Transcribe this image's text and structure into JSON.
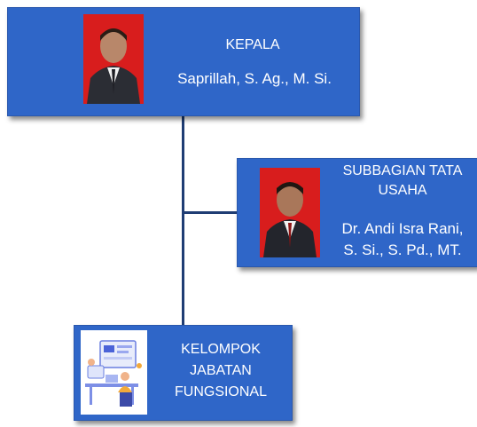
{
  "nodes": {
    "head": {
      "title": "KEPALA",
      "name": "Saprillah, S. Ag., M. Si."
    },
    "admin": {
      "title_line1": "SUBBAGIAN TATA",
      "title_line2": "USAHA",
      "name_line1": "Dr. Andi Isra Rani,",
      "name_line2": "S. Si., S. Pd., MT."
    },
    "functional": {
      "line1": "KELOMPOK",
      "line2": "JABATAN",
      "line3": "FUNGSIONAL"
    }
  },
  "colors": {
    "box_fill": "#2f66c8",
    "connector": "#1f3d74",
    "photo_background": "#d81d1d"
  },
  "icons": {
    "head_photo": "portrait-photo",
    "admin_photo": "portrait-photo",
    "functional_image": "team-workspace-illustration"
  }
}
